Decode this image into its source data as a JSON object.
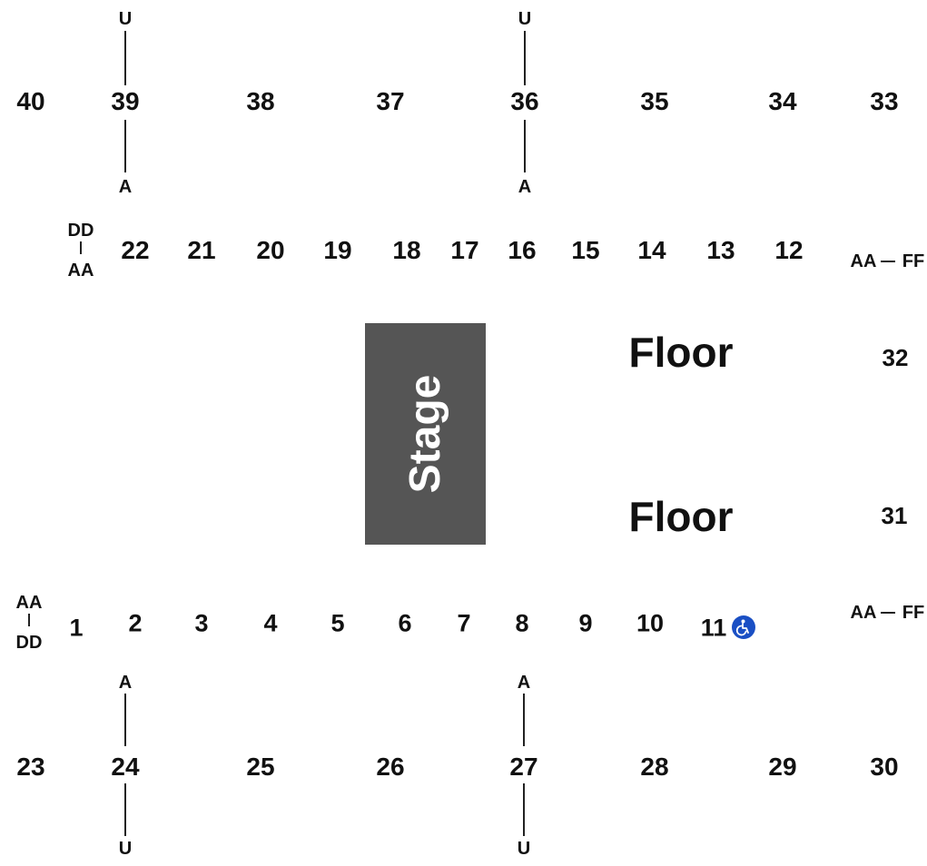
{
  "upper_sections": [
    "40",
    "39",
    "38",
    "37",
    "36",
    "35",
    "34",
    "33"
  ],
  "upper_rows": {
    "top": "U",
    "bottom": "A"
  },
  "inner_top_sections": [
    "22",
    "21",
    "20",
    "19",
    "18",
    "17",
    "16",
    "15",
    "14",
    "13",
    "12"
  ],
  "inner_top_left_rows": {
    "top": "DD",
    "bottom": "AA"
  },
  "right_rows_label": {
    "start": "AA",
    "end": "FF"
  },
  "right_sections": [
    "32",
    "31"
  ],
  "stage_label": "Stage",
  "floor_labels": [
    "Floor",
    "Floor"
  ],
  "inner_bottom_sections": [
    "1",
    "2",
    "3",
    "4",
    "5",
    "6",
    "7",
    "8",
    "9",
    "10",
    "11"
  ],
  "inner_bottom_left_rows": {
    "top": "AA",
    "bottom": "DD"
  },
  "lower_sections": [
    "23",
    "24",
    "25",
    "26",
    "27",
    "28",
    "29",
    "30"
  ],
  "lower_rows": {
    "top": "A",
    "bottom": "U"
  },
  "accessible_icon_color": "#1a4fc4",
  "stage_color": "#555555"
}
